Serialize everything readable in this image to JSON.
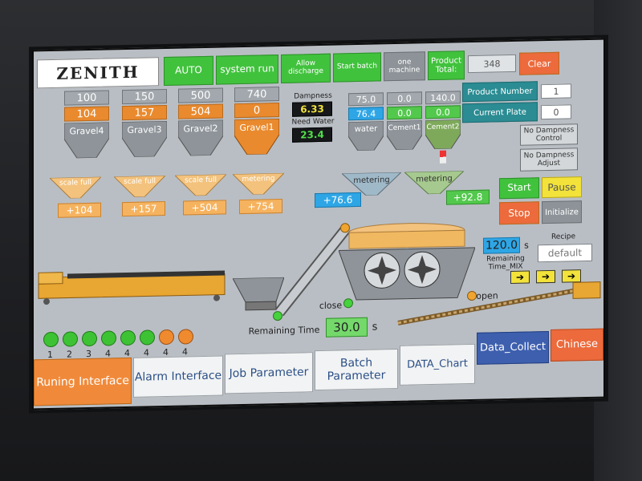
{
  "logo": "ZENITH",
  "top_bar": {
    "auto": "AUTO",
    "system_run": "system run",
    "allow_discharge": "Allow discharge",
    "start_batch": "Start batch",
    "one_machine": "one machine",
    "product_total_label": "Product Total:",
    "product_total_value": "348",
    "clear": "Clear"
  },
  "product_number_label": "Product Number",
  "product_number_value": "1",
  "current_plate_label": "Current Plate",
  "current_plate_value": "0",
  "no_dampness_control": "No Dampness Control",
  "no_dampness_adjust": "No Dampness Adjust",
  "controls": {
    "start": "Start",
    "pause": "Pause",
    "stop": "Stop",
    "initialize": "Initialize"
  },
  "gravel_bins": [
    {
      "set": "100",
      "actual": "104",
      "name": "Gravel4"
    },
    {
      "set": "150",
      "actual": "157",
      "name": "Gravel3"
    },
    {
      "set": "500",
      "actual": "504",
      "name": "Gravel2"
    },
    {
      "set": "740",
      "actual": "0",
      "name": "Gravel1"
    }
  ],
  "dampness_label": "Dampness",
  "dampness_value": "6.33",
  "need_water_label": "Need Water",
  "need_water_value": "23.4",
  "liquid_bins": [
    {
      "set": "75.0",
      "actual": "76.4",
      "name": "water"
    },
    {
      "set": "0.0",
      "actual": "0.0",
      "name": "Cement1"
    },
    {
      "set": "140.0",
      "actual": "0.0",
      "name": "Cement2"
    }
  ],
  "scales": [
    {
      "status": "scale full",
      "value": "+104"
    },
    {
      "status": "scale full",
      "value": "+157"
    },
    {
      "status": "scale full",
      "value": "+504"
    },
    {
      "status": "metering",
      "value": "+754"
    }
  ],
  "meter_water": {
    "status": "metering",
    "value": "+76.6"
  },
  "meter_cement": {
    "status": "metering",
    "value": "+92.8"
  },
  "remaining_mix_value": "120.0",
  "remaining_mix_unit": "s",
  "remaining_mix_label": "Remaining Time_MIX",
  "recipe_label": "Recipe",
  "recipe_value": "default",
  "close_label": "close",
  "open_label": "open",
  "remaining_time_label": "Remaining Time",
  "remaining_time_value": "30.0",
  "remaining_time_unit": "s",
  "leds": [
    {
      "num": "1",
      "color": "#3dc234"
    },
    {
      "num": "2",
      "color": "#3dc234"
    },
    {
      "num": "3",
      "color": "#3dc234"
    },
    {
      "num": "4",
      "color": "#3dc234"
    },
    {
      "num": "4",
      "color": "#3dc234"
    },
    {
      "num": "4",
      "color": "#3dc234"
    },
    {
      "num": "4",
      "color": "#f08a2e"
    },
    {
      "num": "4",
      "color": "#f08a2e"
    }
  ],
  "tabs": [
    {
      "label": "Runing Interface",
      "active": true
    },
    {
      "label": "Alarm Interface"
    },
    {
      "label": "Job Parameter"
    },
    {
      "label": "Batch Parameter"
    },
    {
      "label": "DATA_Chart"
    },
    {
      "label": "Data_Collect"
    },
    {
      "label": "Chinese"
    }
  ],
  "colors": {
    "accent_green": "#41c23d",
    "accent_orange": "#e98a2e",
    "accent_teal": "#2b8c93",
    "screen_bg": "#b9bec4"
  }
}
